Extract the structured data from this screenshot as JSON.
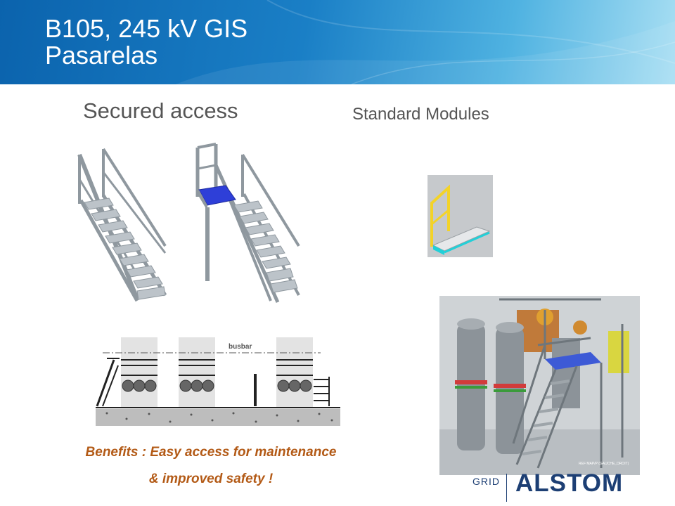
{
  "title": {
    "line1": "B105, 245 kV GIS",
    "line2": "Pasarelas"
  },
  "headings": {
    "secured": "Secured access",
    "standard": "Standard Modules"
  },
  "diagram": {
    "busbar_label": "busbar"
  },
  "benefits": {
    "line1": "Benefits : Easy access for maintenance",
    "line2": "& improved safety !"
  },
  "photo": {
    "stamp": "REF MAP/P (GAUCHE_DROIT)"
  },
  "logo": {
    "grid": "GRID",
    "brand": "ALSTOM"
  },
  "colors": {
    "header_dark": "#0b63ad",
    "header_light": "#a9dff3",
    "benefit_text": "#b35a16",
    "logo_blue": "#1d3f74"
  }
}
